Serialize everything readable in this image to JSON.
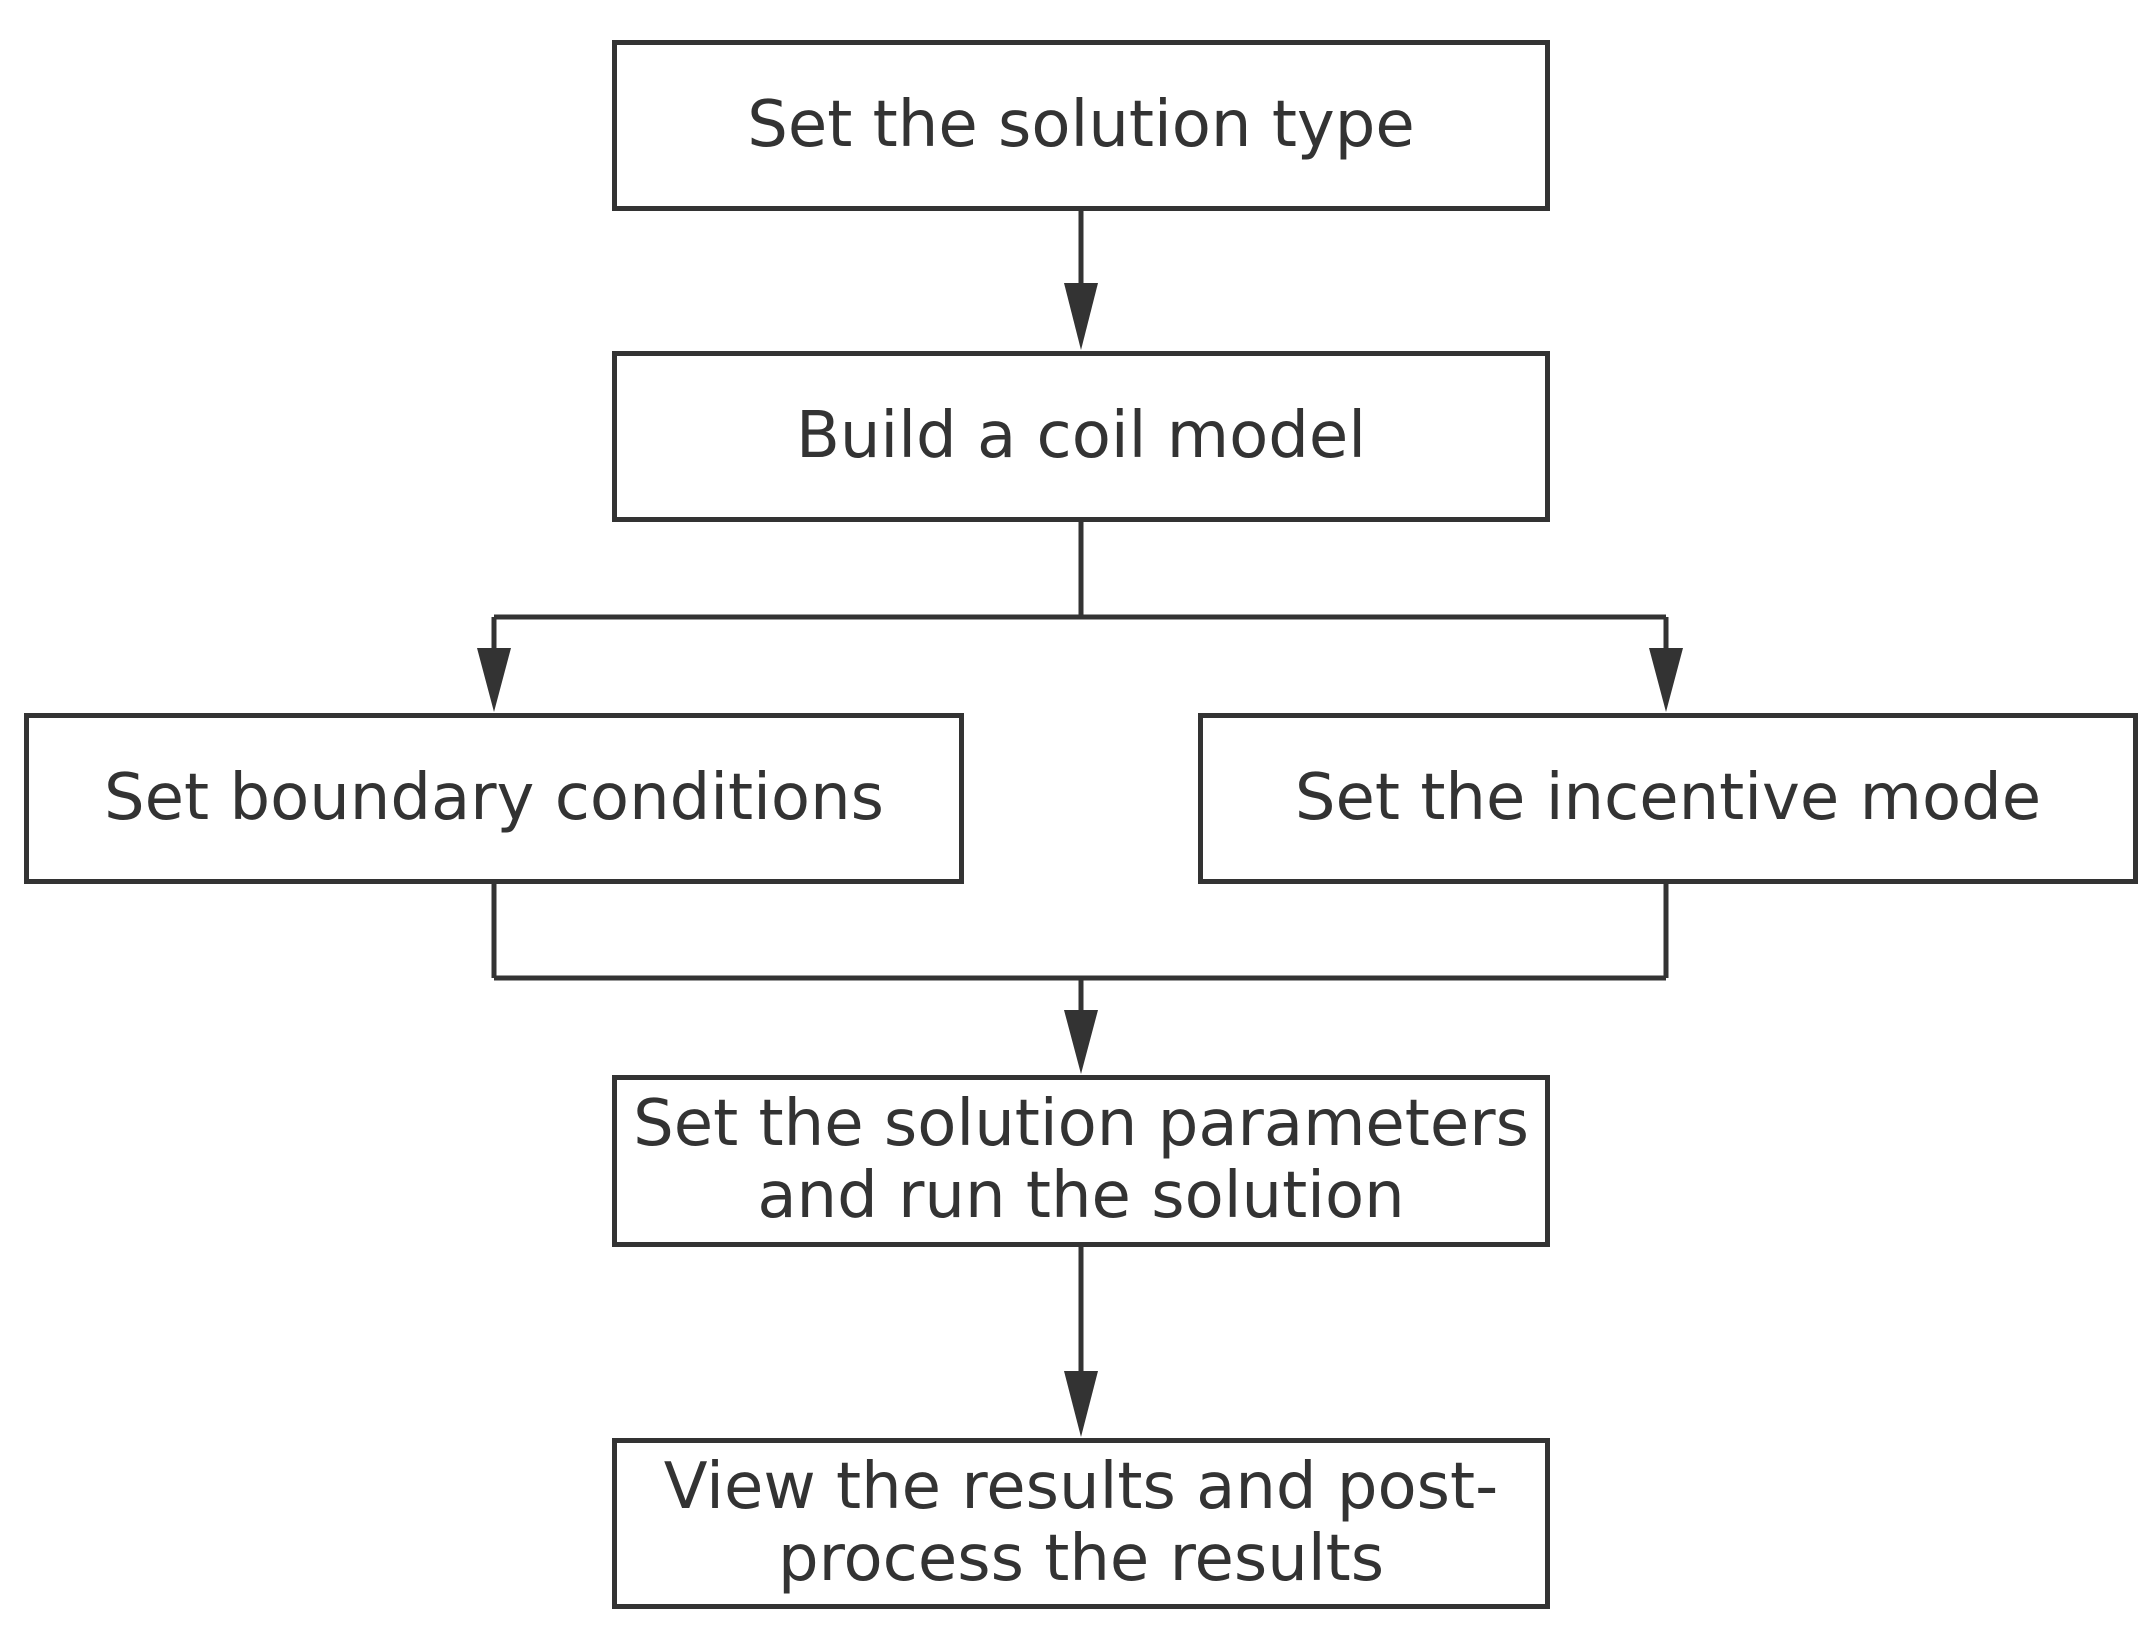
{
  "steps": [
    {
      "lines": [
        "Set the solution type"
      ]
    },
    {
      "lines": [
        "Build a coil model"
      ]
    },
    {
      "lines": [
        "Set boundary conditions"
      ]
    },
    {
      "lines": [
        "Set the incentive mode"
      ]
    },
    {
      "lines": [
        "Set the solution parameters",
        "and run the solution"
      ]
    },
    {
      "lines": [
        "View the results and post-",
        "process the results"
      ]
    }
  ],
  "colors": {
    "stroke": "#333333",
    "text": "#333333",
    "box_fill": "#ffffff",
    "background": "#ffffff"
  }
}
